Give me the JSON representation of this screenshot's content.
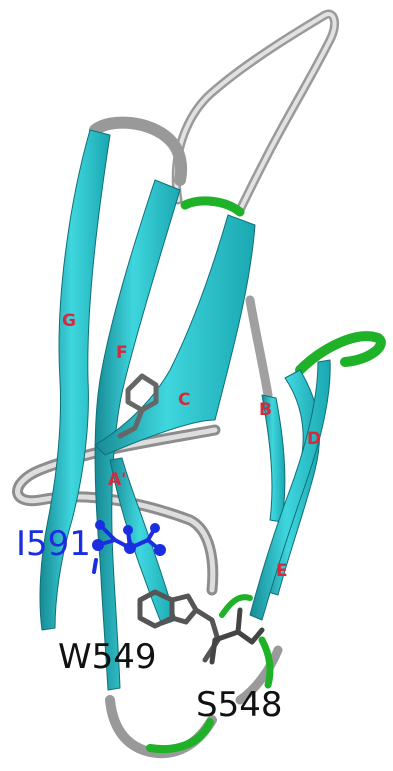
{
  "strand_labels": {
    "g": "G",
    "f": "F",
    "c": "C",
    "b": "B",
    "d": "D",
    "a_prime": "A'",
    "e": "E"
  },
  "residue_labels": {
    "i591": "I591",
    "w549": "W549",
    "s548": "S548"
  },
  "colors": {
    "strand": "#2ec9d2",
    "strand_dark": "#168a94",
    "loop": "#b8b8b8",
    "turn": "#22c02a",
    "strand_label": "#d8283a",
    "i591": "#1a2ee0",
    "residue_text": "#111111",
    "side_chain": "#555555",
    "i591_sidechain": "#1a2ee0"
  }
}
